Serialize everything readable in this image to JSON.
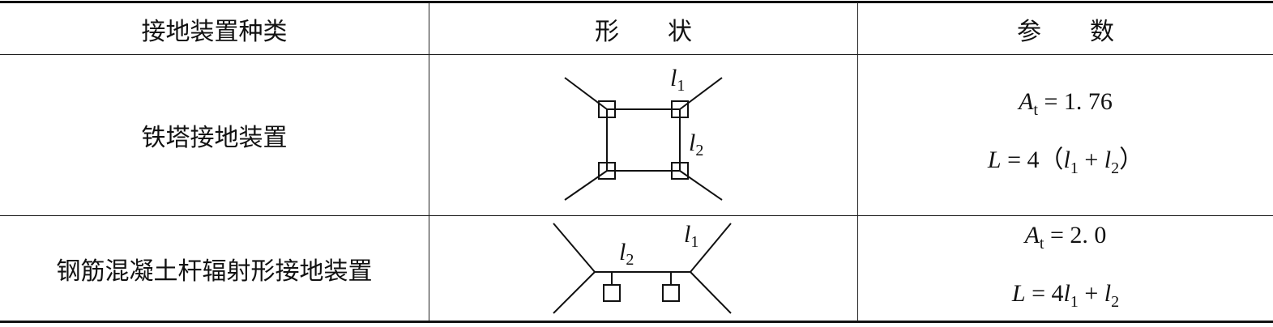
{
  "table": {
    "headers": {
      "type": "接地装置种类",
      "shape_a": "形",
      "shape_b": "状",
      "params_a": "参",
      "params_b": "数"
    },
    "rows": [
      {
        "type": "铁塔接地装置",
        "diagram_labels": {
          "l1_base": "l",
          "l1_sub": "1",
          "l2_base": "l",
          "l2_sub": "2"
        },
        "param1": {
          "var": "A",
          "sub": "t",
          "eq": " = ",
          "value": "1. 76"
        },
        "param2": {
          "var": "L",
          "eq": " = ",
          "prefix": "4（",
          "l1": "l",
          "l1_sub": "1",
          "plus": " + ",
          "l2": "l",
          "l2_sub": "2",
          "suffix": "）"
        }
      },
      {
        "type": "钢筋混凝土杆辐射形接地装置",
        "diagram_labels": {
          "l1_base": "l",
          "l1_sub": "1",
          "l2_base": "l",
          "l2_sub": "2"
        },
        "param1": {
          "var": "A",
          "sub": "t",
          "eq": " = ",
          "value": "2. 0"
        },
        "param2": {
          "var": "L",
          "eq": " = ",
          "prefix": "4",
          "l1": "l",
          "l1_sub": "1",
          "plus": " + ",
          "l2": "l",
          "l2_sub": "2"
        }
      }
    ]
  }
}
